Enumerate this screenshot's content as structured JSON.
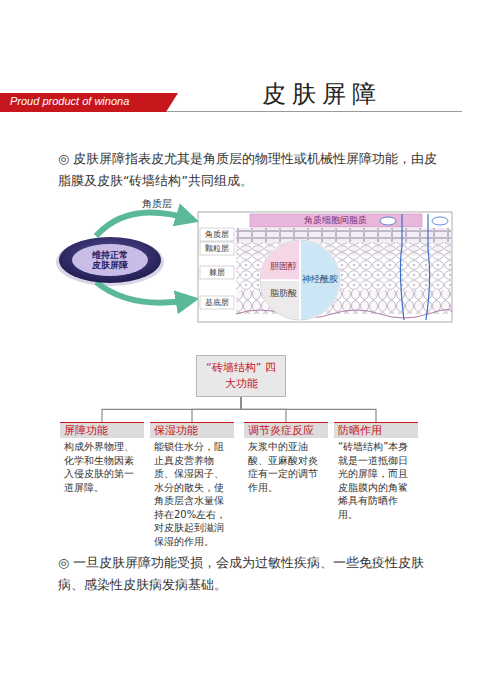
{
  "diagram": {
    "title": "皮肤屏障",
    "nodes": [
      {
        "text": [
          "维持正常皮肤屏障"
        ]
      },
      {
        "text": [
          "“砖墙结构” 四大功能"
        ]
      },
      {
        "text": [
          "屏障功能",
          "构成外界物理、化学和生物因素入侵皮肤的第一道屏障。"
        ]
      },
      {
        "text": [
          "保湿功能",
          "能锁住水分，阻止真皮营养物质、保湿因子、水分的散失，使角质层含水量保持在20%左右，对皮肤起到滋润保湿的作用。"
        ]
      },
      {
        "text": [
          "调节炎症反应",
          "灰浆中的亚油酸、亚麻酸对炎症有一定的调节作用。"
        ]
      },
      {
        "text": [
          "防晒作用",
          "“砖墙结构”本身就是一道抵御日光的屏障，而且皮脂膜内的角鲨烯具有防晒作用。"
        ]
      }
    ],
    "edges": [
      {
        "from": 1,
        "to": 2,
        "arrow": "none"
      },
      {
        "from": 1,
        "to": 3,
        "arrow": "none"
      },
      {
        "from": 1,
        "to": 4,
        "arrow": "none"
      },
      {
        "from": 1,
        "to": 5,
        "arrow": "none"
      }
    ],
    "labels": [
      "Proud product of winona",
      "◎ 皮肤屏障指表皮尤其是角质层的物理性或机械性屏障功能，由皮脂膜及皮肤“砖墙结构”共同组成。",
      "角质层",
      "角质细胞间脂质",
      "角质层",
      "颗粒层",
      "棘层",
      "基底层",
      "神经酰胺",
      "胆固醇",
      "脂肪酸",
      "◎ 一旦皮肤屏障功能受损，会成为过敏性疾病、一些免疫性皮肤病、感染性皮肤病发病基础。"
    ]
  }
}
